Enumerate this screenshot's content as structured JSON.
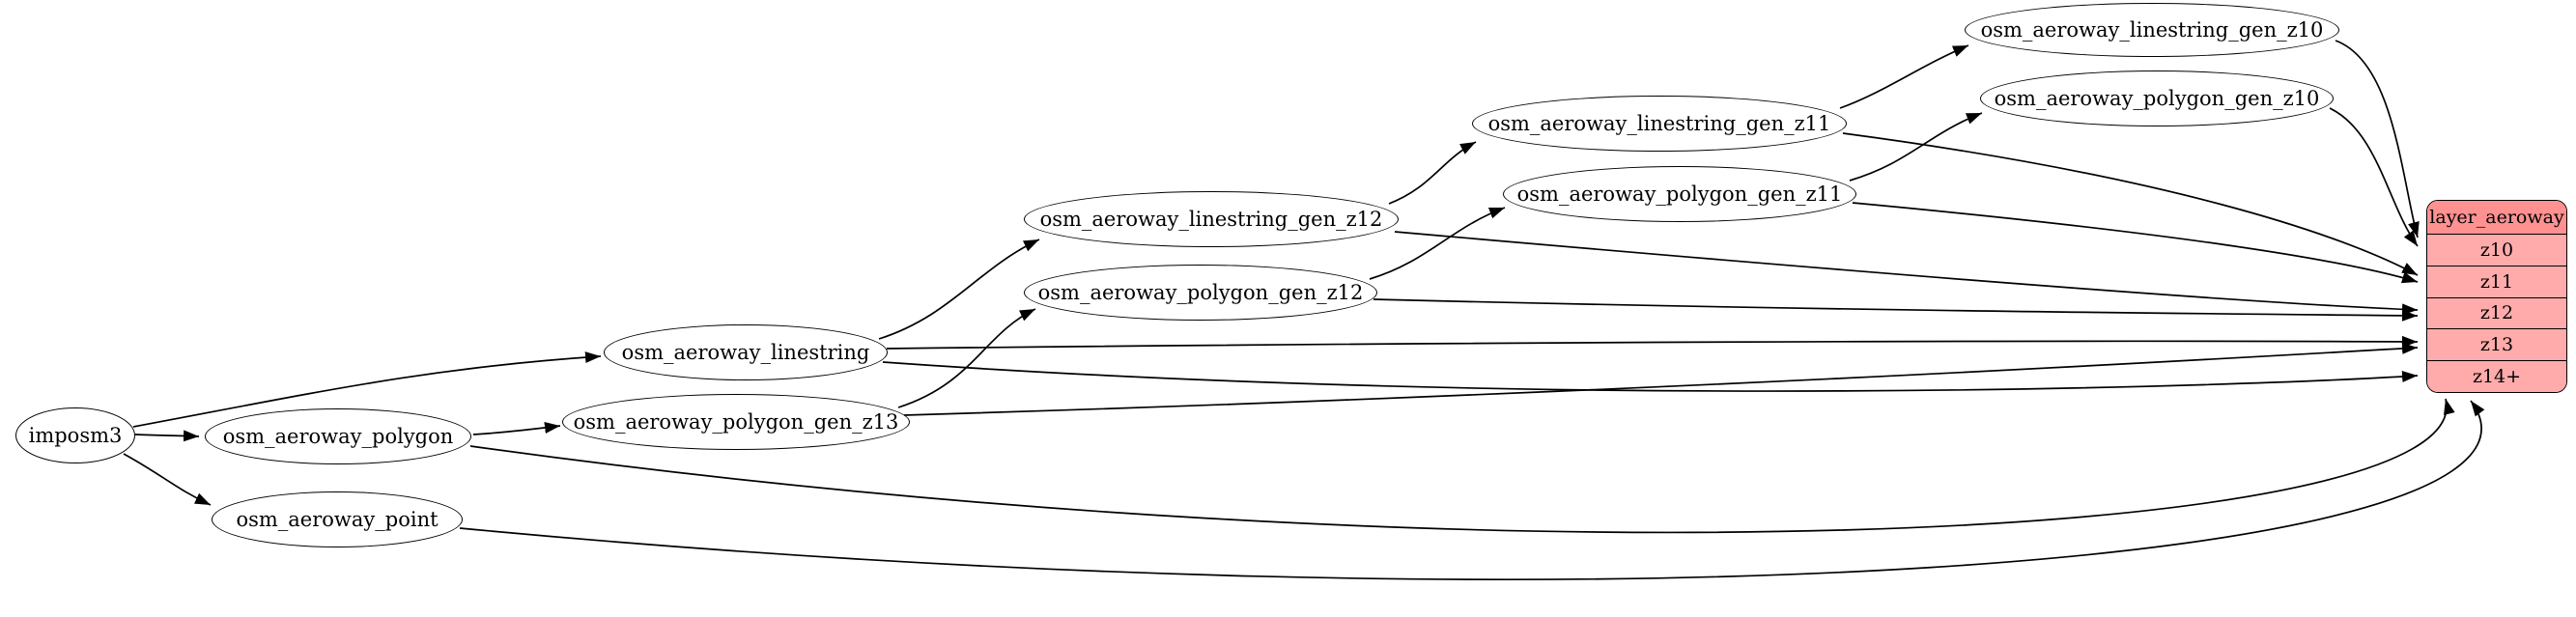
{
  "nodes": {
    "imposm3": "imposm3",
    "osm_aeroway_polygon": "osm_aeroway_polygon",
    "osm_aeroway_point": "osm_aeroway_point",
    "osm_aeroway_linestring": "osm_aeroway_linestring",
    "osm_aeroway_polygon_gen_z13": "osm_aeroway_polygon_gen_z13",
    "osm_aeroway_polygon_gen_z12": "osm_aeroway_polygon_gen_z12",
    "osm_aeroway_polygon_gen_z11": "osm_aeroway_polygon_gen_z11",
    "osm_aeroway_polygon_gen_z10": "osm_aeroway_polygon_gen_z10",
    "osm_aeroway_linestring_gen_z12": "osm_aeroway_linestring_gen_z12",
    "osm_aeroway_linestring_gen_z11": "osm_aeroway_linestring_gen_z11",
    "osm_aeroway_linestring_gen_z10": "osm_aeroway_linestring_gen_z10"
  },
  "layer_table": {
    "title": "layer_aeroway",
    "rows": [
      "z10",
      "z11",
      "z12",
      "z13",
      "z14+"
    ]
  },
  "colors": {
    "table_header_fill": "#ff9191",
    "table_row_fill": "#ffabab",
    "node_fill": "#ffffff",
    "edge_color": "#000000",
    "background": "#ffffff"
  }
}
